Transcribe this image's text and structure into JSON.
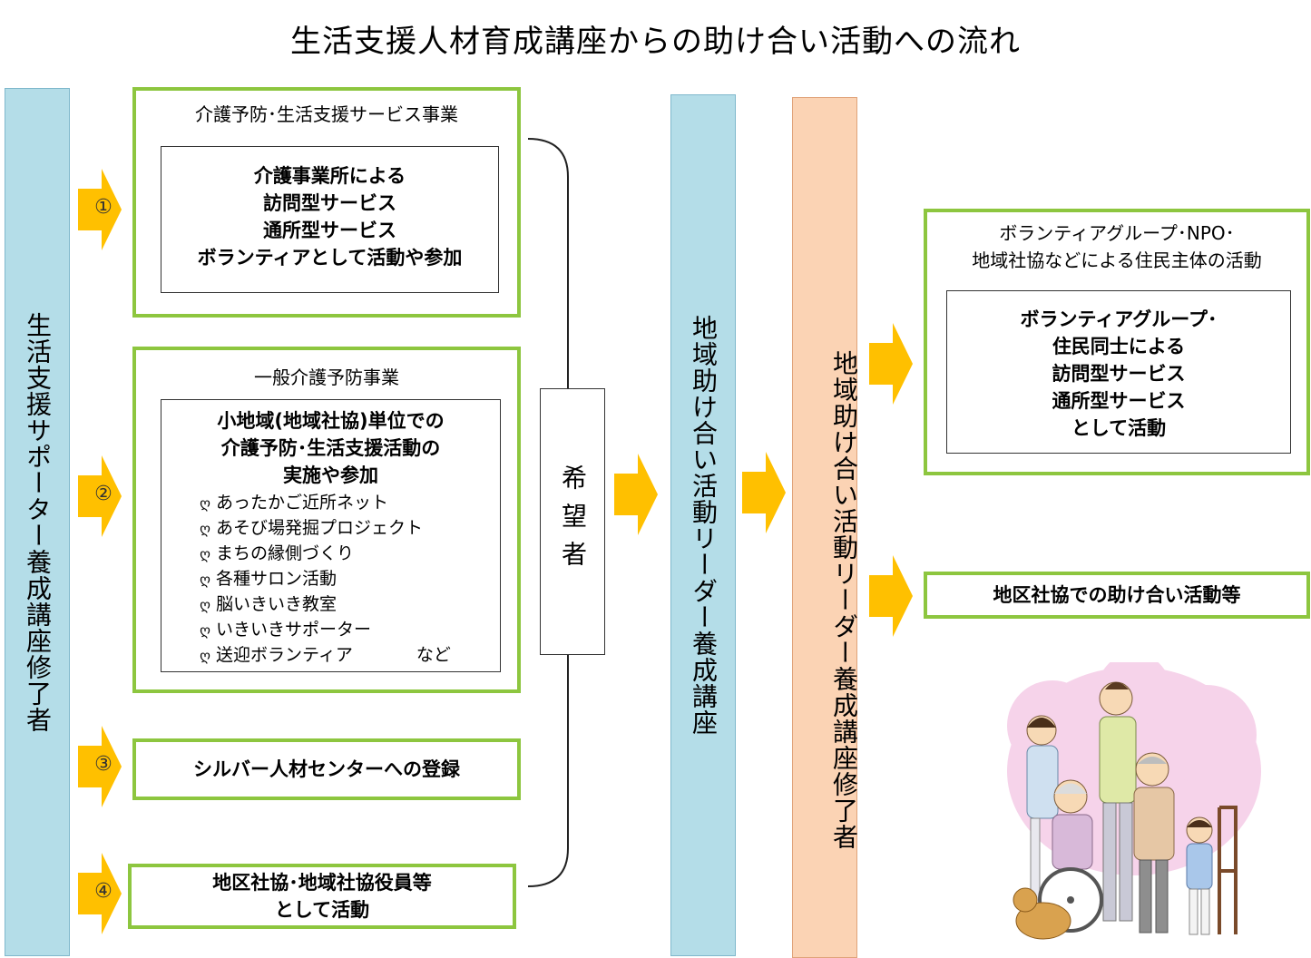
{
  "title": "生活支援人材育成講座からの助け合い活動への流れ",
  "left_column": "生活支援サポーター養成講座修了者",
  "boxes": {
    "b1": {
      "title": "介護予防･生活支援サービス事業",
      "lines": [
        "介護事業所による",
        "訪問型サービス",
        "通所型サービス",
        "ボランティアとして活動や参加"
      ]
    },
    "b2": {
      "title": "一般介護予防事業",
      "lines": [
        "小地域(地域社協)単位での",
        "介護予防･生活支援活動の",
        "実施や参加"
      ],
      "bullets": [
        "あったかご近所ネット",
        "あそび場発掘プロジェクト",
        "まちの縁側づくり",
        "各種サロン活動",
        "脳いきいき教室",
        "いきいきサポーター",
        "送迎ボランティア"
      ],
      "etc": "など"
    },
    "b3": {
      "label": "シルバー人材センターへの登録"
    },
    "b4": {
      "line1": "地区社協･地域社協役員等",
      "line2": "として活動"
    }
  },
  "arrow_numbers": [
    "①",
    "②",
    "③",
    "④"
  ],
  "bullet_mark": "ღ",
  "hope": "希望者",
  "middle_column": "地域助け合い活動リーダー養成講座",
  "right_column": "地域助け合い活動リーダー養成講座修了者",
  "right_boxes": {
    "r1": {
      "title1": "ボランティアグループ･NPO･",
      "title2": "地域社協などによる住民主体の活動",
      "lines": [
        "ボランティアグループ･",
        "住民同士による",
        "訪問型サービス",
        "通所型サービス",
        "として活動"
      ]
    },
    "r2": {
      "label": "地区社協での助け合い活動等"
    }
  },
  "colors": {
    "green": "#8dc63f",
    "blue": "#b4dde8",
    "peach": "#fbd3b4",
    "arrow": "#ffc000"
  }
}
